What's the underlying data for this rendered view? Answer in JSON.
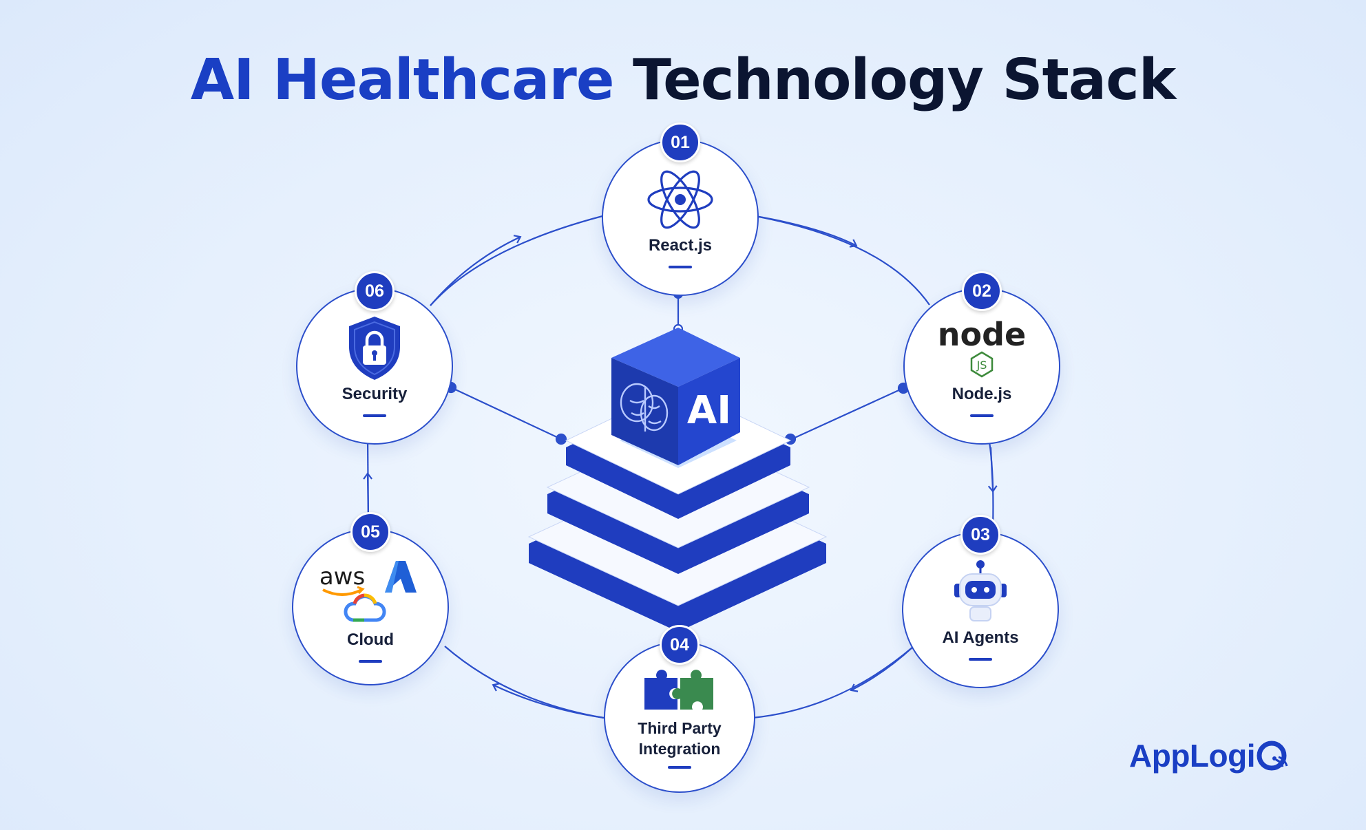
{
  "title": {
    "accent": "AI Healthcare",
    "rest": "Technology Stack"
  },
  "center": {
    "label": "AI",
    "brain_icon": "brain-icon"
  },
  "nodes": [
    {
      "number": "01",
      "label": "React.js",
      "icon": "react-icon"
    },
    {
      "number": "02",
      "label": "Node.js",
      "icon": "nodejs-icon"
    },
    {
      "number": "03",
      "label": "AI Agents",
      "icon": "robot-icon"
    },
    {
      "number": "04",
      "label": "Third Party Integration",
      "label_line1": "Third Party",
      "label_line2": "Integration",
      "icon": "puzzle-icon"
    },
    {
      "number": "05",
      "label": "Cloud",
      "icon": "cloud-providers-icon",
      "aws_text": "aws"
    },
    {
      "number": "06",
      "label": "Security",
      "icon": "shield-lock-icon"
    }
  ],
  "nodejs_logo": {
    "word": "node",
    "sub": "JS"
  },
  "brand": {
    "name": "AppLogiQ",
    "prefix": "AppLogi"
  },
  "colors": {
    "primary": "#1f3dbf",
    "title_dark": "#0b1531",
    "background": "#e6f0fd",
    "node_green": "#3d8a3b",
    "puzzle_green": "#3a8a4f",
    "aws_orange": "#ff9900"
  }
}
